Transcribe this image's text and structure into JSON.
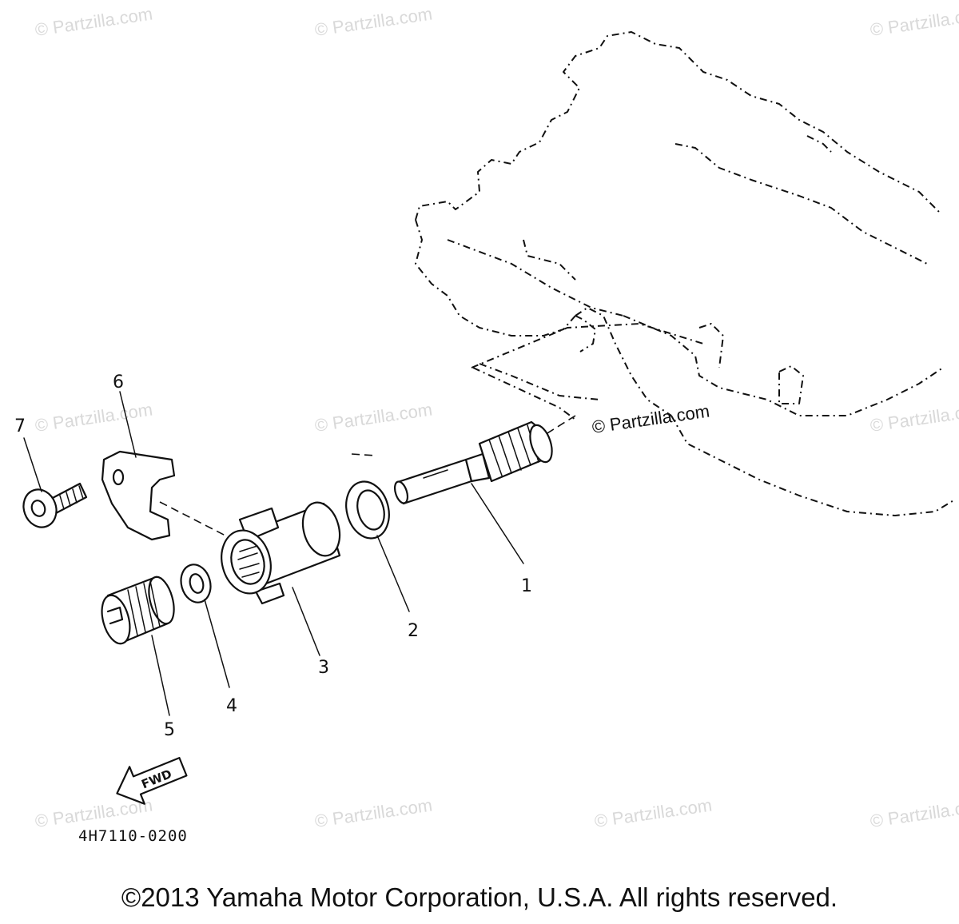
{
  "watermarks": {
    "light_text": "© Partzilla.com",
    "dark_text": "© Partzilla.com"
  },
  "callouts": [
    "1",
    "2",
    "3",
    "4",
    "5",
    "6",
    "7"
  ],
  "fwd_label": "FWD",
  "drawing_number": "4H7110-0200",
  "copyright": "©2013 Yamaha Motor Corporation, U.S.A. All rights reserved.",
  "colors": {
    "ink": "#111111",
    "watermark": "#d9d9d9",
    "background": "#ffffff"
  }
}
